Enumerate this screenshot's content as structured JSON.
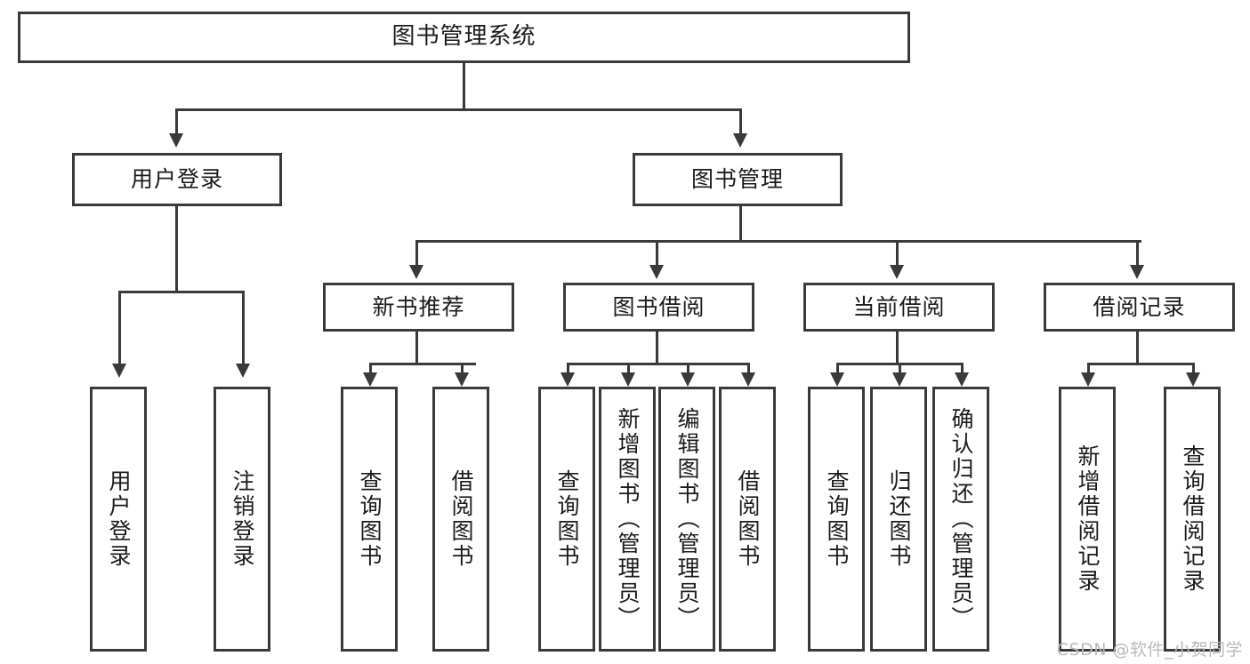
{
  "diagram": {
    "type": "tree-flowchart",
    "title_node": {
      "label": "图书管理系统"
    },
    "level2": [
      {
        "id": "user-login",
        "label": "用户登录"
      },
      {
        "id": "book-manage",
        "label": "图书管理"
      }
    ],
    "level3": [
      {
        "id": "new-book-recommend",
        "label": "新书推荐"
      },
      {
        "id": "book-borrow",
        "label": "图书借阅"
      },
      {
        "id": "current-borrow",
        "label": "当前借阅"
      },
      {
        "id": "borrow-record",
        "label": "借阅记录"
      }
    ],
    "leaves": [
      {
        "id": "leaf-user-login",
        "label": "用户登录"
      },
      {
        "id": "leaf-logout-login",
        "label": "注销登录"
      },
      {
        "id": "leaf-query-book-1",
        "label": "查询图书"
      },
      {
        "id": "leaf-borrow-book-1",
        "label": "借阅图书"
      },
      {
        "id": "leaf-query-book-2",
        "label": "查询图书"
      },
      {
        "id": "leaf-add-book-admin",
        "label": "新增图书（管理员）"
      },
      {
        "id": "leaf-edit-book-admin",
        "label": "编辑图书（管理员）"
      },
      {
        "id": "leaf-borrow-book-2",
        "label": "借阅图书"
      },
      {
        "id": "leaf-query-book-3",
        "label": "查询图书"
      },
      {
        "id": "leaf-return-book",
        "label": "归还图书"
      },
      {
        "id": "leaf-confirm-return-admin",
        "label": "确认归还（管理员）"
      },
      {
        "id": "leaf-add-borrow-record",
        "label": "新增借阅记录"
      },
      {
        "id": "leaf-query-borrow-record",
        "label": "查询借阅记录"
      }
    ],
    "watermark": "CSDN @软件_小贺同学",
    "colors": {
      "stroke": "#3a3a3a",
      "fill": "#ffffff",
      "text": "#1b1b1b",
      "watermark": "#b9b9b9"
    }
  }
}
